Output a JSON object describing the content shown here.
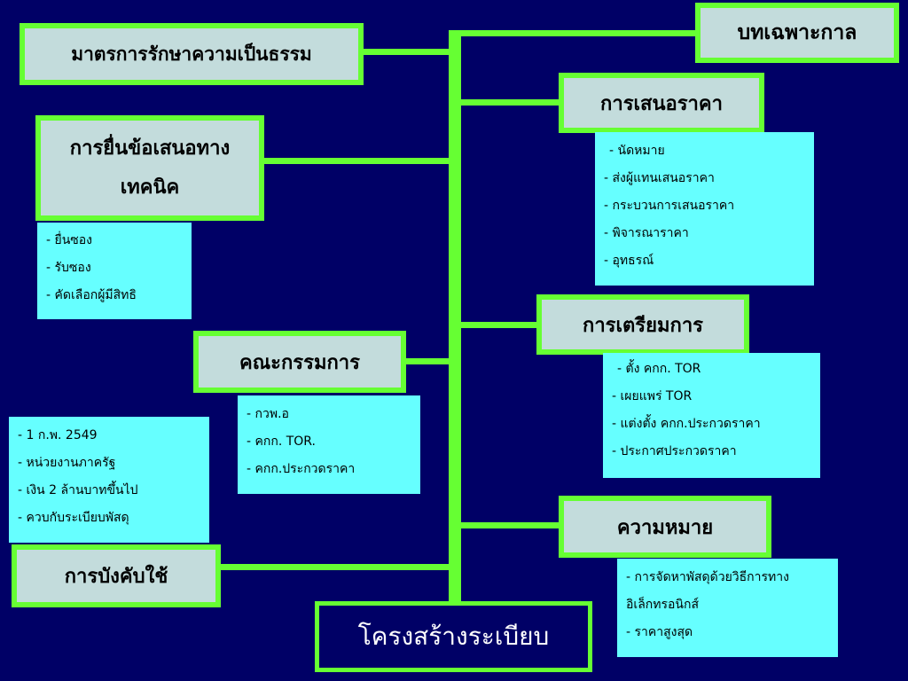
{
  "title": "โครงสร้างระเบียบ",
  "topics": {
    "special": {
      "label": "บทเฉพาะกาล"
    },
    "fairness": {
      "label": "มาตรการรักษาความเป็นธรรม"
    },
    "bidding": {
      "label": "การเสนอราคา",
      "items": [
        "- นัดหมาย",
        "- ส่งผู้แทนเสนอราคา",
        "- กระบวนการเสนอราคา",
        "- พิจารณาราคา",
        "- อุทธรณ์"
      ]
    },
    "technical": {
      "label": "การยื่นข้อเสนอทางเทคนิค",
      "items": [
        "- ยื่นซอง",
        "- รับซอง",
        "- คัดเลือกผู้มีสิทธิ"
      ]
    },
    "preparation": {
      "label": "การเตรียมการ",
      "items": [
        "- ตั้ง คกก. TOR",
        "- เผยแพร่ TOR",
        "- แต่งตั้ง คกก.ประกวดราคา",
        "- ประกาศประกวดราคา"
      ]
    },
    "committee": {
      "label": "คณะกรรมการ",
      "items": [
        "- กวพ.อ",
        "- คกก. TOR.",
        "- คกก.ประกวดราคา"
      ]
    },
    "enforcement": {
      "label": "การบังคับใช้",
      "items": [
        "- 1 ก.พ. 2549",
        "- หน่วยงานภาครัฐ",
        "- เงิน 2 ล้านบาทขึ้นไป",
        "- ควบกับระเบียบพัสดุ"
      ]
    },
    "definition": {
      "label": "ความหมาย",
      "items": [
        "- การจัดหาพัสดุด้วยวิธีการทางอิเล็กทรอนิกส์",
        "- ราคาสูงสุด"
      ]
    }
  },
  "colors": {
    "background": "#000066",
    "connector": "#66ff33",
    "header_fill": "#c3dcdc",
    "detail_fill": "#66ffff",
    "title_text": "#ffffff"
  }
}
